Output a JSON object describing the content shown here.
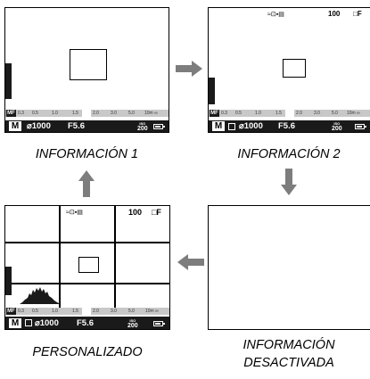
{
  "captions": {
    "info1": "INFORMACIÓN 1",
    "info2": "INFORMACIÓN 2",
    "custom": "PERSONALIZADO",
    "off_line1": "INFORMACIÓN",
    "off_line2": "DESACTIVADA"
  },
  "display": {
    "mode": "M",
    "shutter": "⌀1000",
    "aperture": "F5.6",
    "iso_label": "ISO",
    "iso": "200",
    "frames": "100",
    "mf": "MF",
    "film_icon": "□F",
    "top_icons": "≈⊡▪▤",
    "scale_marks": [
      "0.3",
      "0.5",
      "1.0",
      "1.5",
      "2.0",
      "3.0",
      "5.0",
      "10m ∞"
    ]
  },
  "icons": {
    "arrow_right": "arrow-right-icon",
    "arrow_down": "arrow-down-icon",
    "arrow_left": "arrow-left-icon",
    "arrow_up": "arrow-up-icon",
    "battery": "battery-icon",
    "histogram": "histogram-icon"
  },
  "colors": {
    "arrow": "#7d7d7d",
    "bar": "#1a1a1a",
    "scale": "#c8c8c8"
  }
}
